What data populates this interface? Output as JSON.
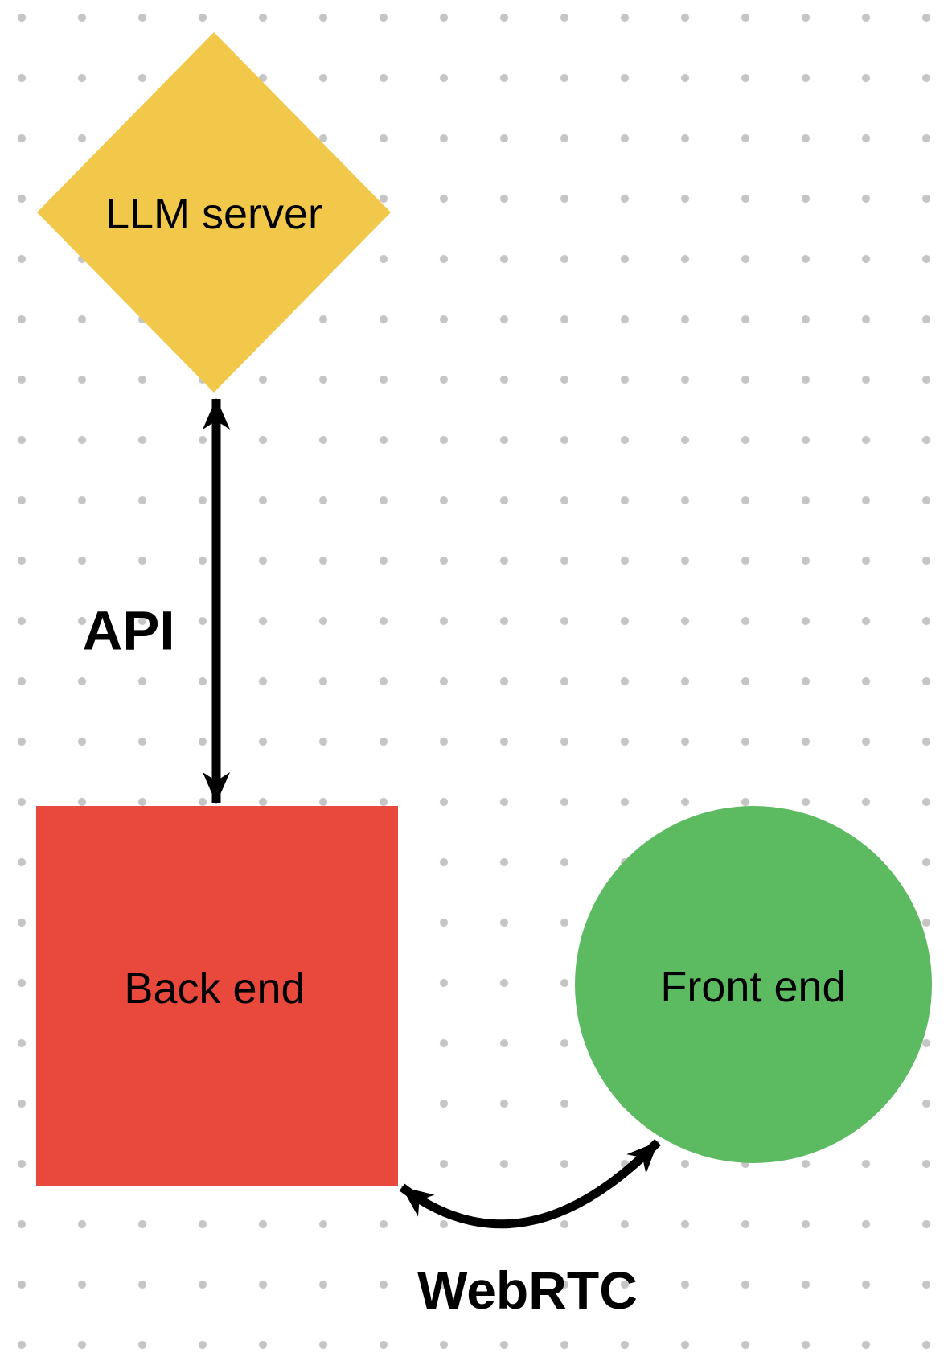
{
  "diagram": {
    "nodes": {
      "llm_server": {
        "label": "LLM server",
        "shape": "diamond",
        "color": "#F2C84B"
      },
      "back_end": {
        "label": "Back end",
        "shape": "square",
        "color": "#E8493C"
      },
      "front_end": {
        "label": "Front end",
        "shape": "circle",
        "color": "#5CBA60"
      }
    },
    "edges": {
      "api": {
        "label": "API",
        "type": "double-headed-arrow",
        "connects": "LLM server <-> Back end"
      },
      "webrtc": {
        "label": "WebRTC",
        "type": "double-headed-arrow",
        "connects": "Back end <-> Front end"
      }
    },
    "colors": {
      "arrow": "#000000",
      "label_text": "#000000",
      "grid_dot": "#C5C5C5",
      "background": "#FFFFFF"
    }
  }
}
